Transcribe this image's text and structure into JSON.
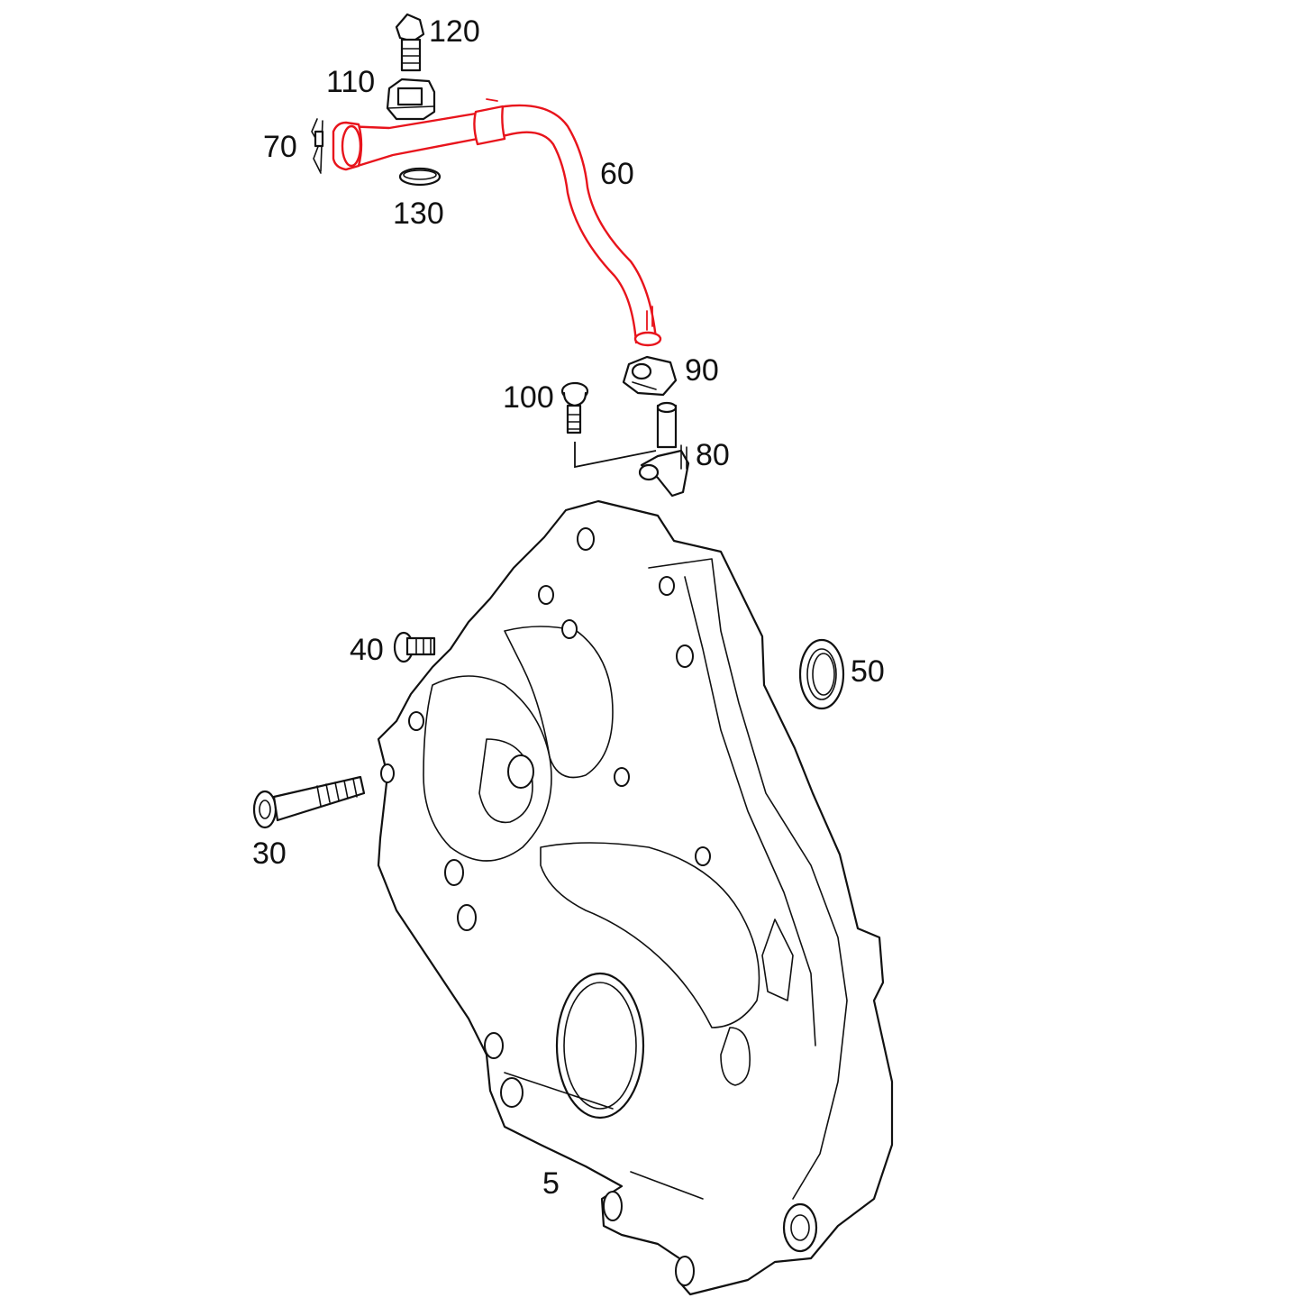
{
  "highlight_color": "#e8141c",
  "line_color": "#111111",
  "background": "#ffffff",
  "callouts": {
    "p120": "120",
    "p110": "110",
    "p70": "70",
    "p60": "60",
    "p130": "130",
    "p90": "90",
    "p100": "100",
    "p80": "80",
    "p40": "40",
    "p50": "50",
    "p30": "30",
    "p5": "5"
  },
  "parts": [
    {
      "callout": "120",
      "icon": "bolt-icon"
    },
    {
      "callout": "110",
      "icon": "clamp-icon"
    },
    {
      "callout": "70",
      "icon": "clip-icon"
    },
    {
      "callout": "60",
      "icon": "breather-hose-icon",
      "highlighted": true
    },
    {
      "callout": "130",
      "icon": "ring-icon"
    },
    {
      "callout": "90",
      "icon": "elbow-connector-icon"
    },
    {
      "callout": "100",
      "icon": "screw-icon"
    },
    {
      "callout": "80",
      "icon": "sensor-icon"
    },
    {
      "callout": "40",
      "icon": "bolt-icon"
    },
    {
      "callout": "50",
      "icon": "seal-ring-icon"
    },
    {
      "callout": "30",
      "icon": "long-bolt-icon"
    },
    {
      "callout": "5",
      "icon": "timing-cover-icon"
    }
  ]
}
